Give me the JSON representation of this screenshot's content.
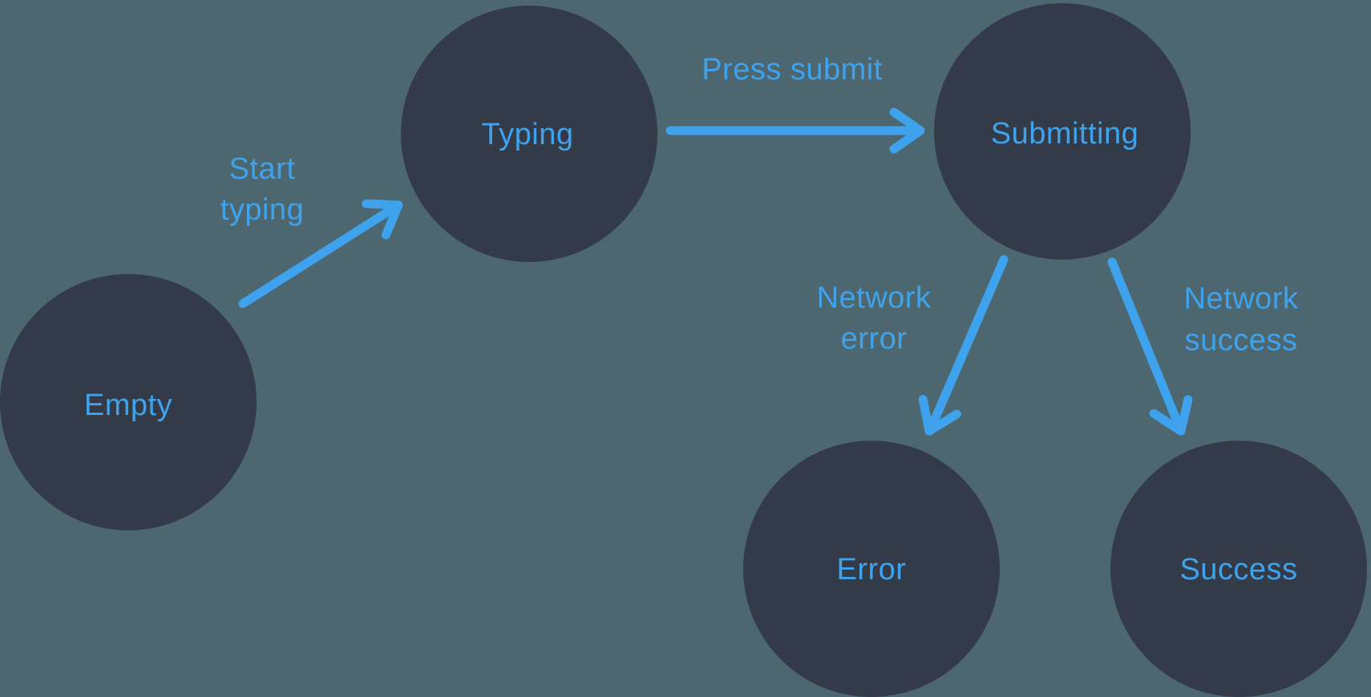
{
  "colors": {
    "background": "#4D6770",
    "node_fill": "#333B48",
    "accent": "#3FA2EC"
  },
  "diagram": {
    "type": "state-machine",
    "nodes": [
      {
        "id": "empty",
        "label": "Empty"
      },
      {
        "id": "typing",
        "label": "Typing"
      },
      {
        "id": "submitting",
        "label": "Submitting"
      },
      {
        "id": "error",
        "label": "Error"
      },
      {
        "id": "success",
        "label": "Success"
      }
    ],
    "edges": [
      {
        "from": "empty",
        "to": "typing",
        "label_lines": [
          "Start",
          "typing"
        ]
      },
      {
        "from": "typing",
        "to": "submitting",
        "label_lines": [
          "Press submit"
        ]
      },
      {
        "from": "submitting",
        "to": "error",
        "label_lines": [
          "Network",
          "error"
        ]
      },
      {
        "from": "submitting",
        "to": "success",
        "label_lines": [
          "Network",
          "success"
        ]
      }
    ]
  }
}
